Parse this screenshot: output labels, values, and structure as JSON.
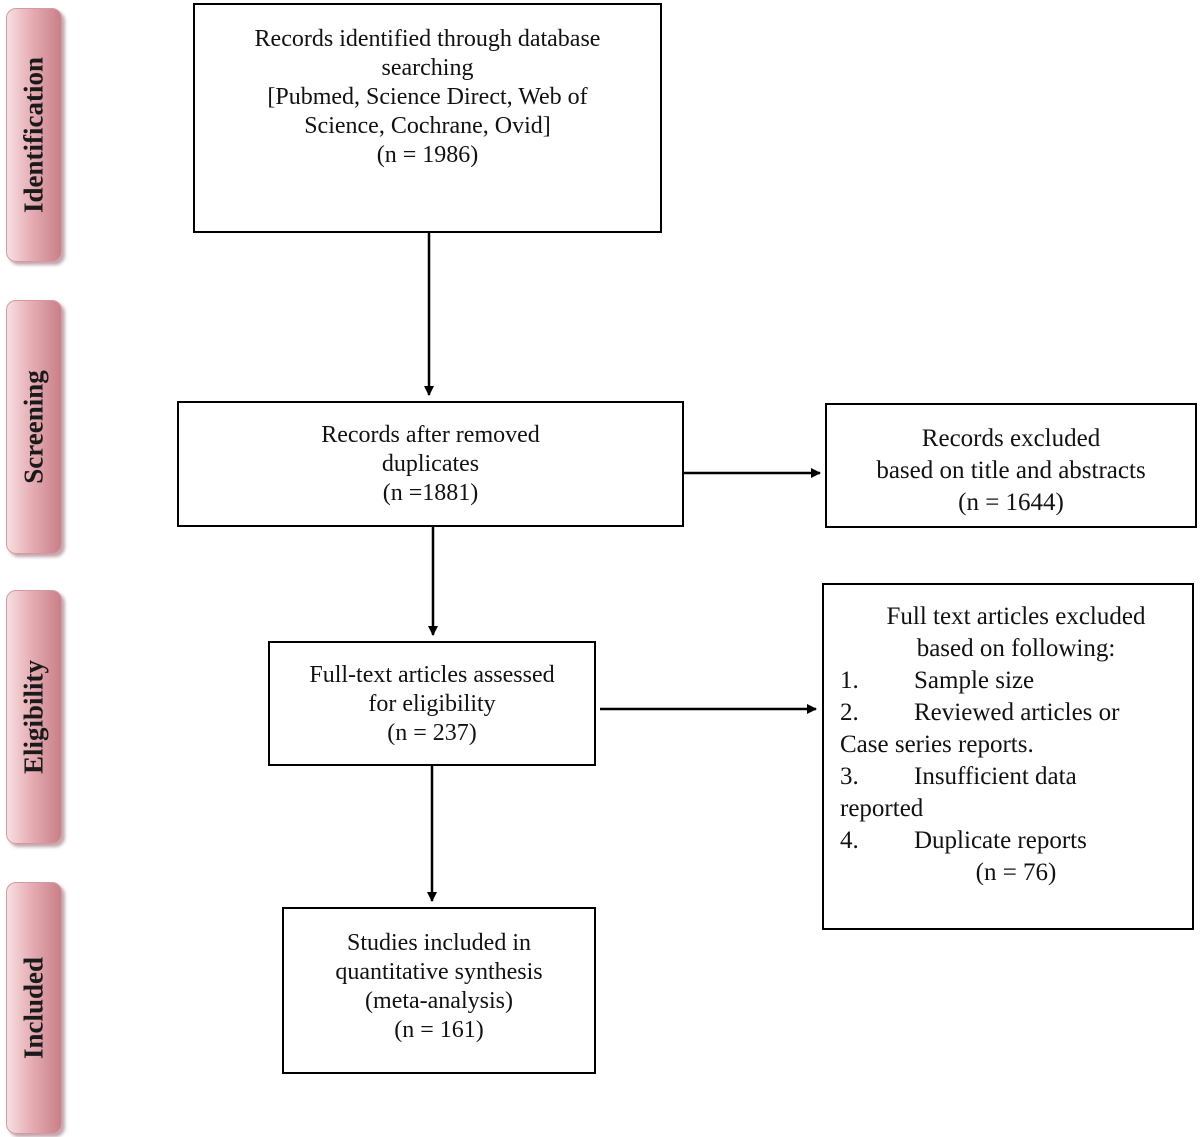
{
  "stages": [
    {
      "id": "identification",
      "label": "Identification"
    },
    {
      "id": "screening",
      "label": "Screening"
    },
    {
      "id": "eligibility",
      "label": "Eligibility"
    },
    {
      "id": "included",
      "label": "Included"
    }
  ],
  "boxes": {
    "identified": {
      "lines": [
        "Records identified through database",
        "searching",
        "[Pubmed, Science Direct, Web of",
        "Science, Cochrane, Ovid]",
        "(n = 1986)"
      ]
    },
    "deduplicated": {
      "lines": [
        "Records after removed",
        "duplicates",
        "(n =1881)"
      ]
    },
    "excluded_title": {
      "lines": [
        "Records excluded",
        "based on title and abstracts",
        "(n = 1644)"
      ]
    },
    "fulltext": {
      "lines": [
        "Full-text articles assessed",
        "for eligibility",
        "(n = 237)"
      ]
    },
    "excluded_fulltext": {
      "heading": [
        "Full text articles excluded",
        "based on following:"
      ],
      "items": [
        {
          "num": "1.",
          "text": "Sample size",
          "cont": ""
        },
        {
          "num": "2.",
          "text": "Reviewed articles or",
          "cont": "Case series reports."
        },
        {
          "num": "3.",
          "text": "Insufficient data",
          "cont": "reported"
        },
        {
          "num": "4.",
          "text": "Duplicate reports",
          "cont": ""
        }
      ],
      "count": "(n = 76)"
    },
    "included": {
      "lines": [
        "Studies included in",
        "quantitative synthesis",
        "(meta-analysis)",
        "(n = 161)"
      ]
    }
  }
}
